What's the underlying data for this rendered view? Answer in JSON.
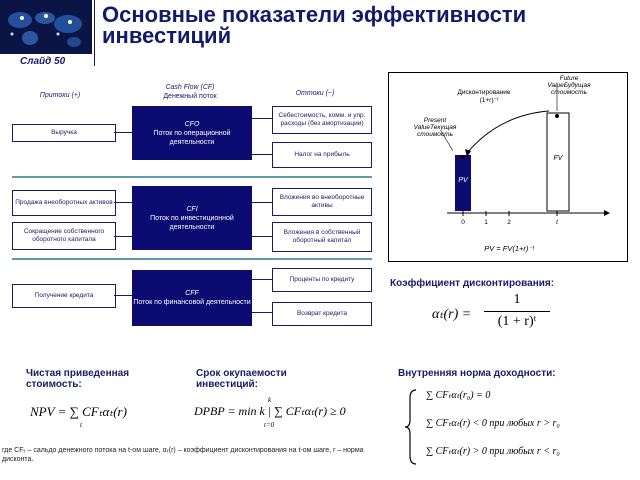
{
  "header": {
    "title": "Основные показатели эффективности инвестиций",
    "slide_label": "Слайд 50"
  },
  "flow": {
    "col_inflows": "Притоки (+)",
    "col_cashflow_en": "Cash Flow (CF)",
    "col_cashflow_ru": "Денежный поток",
    "col_outflows": "Оттоки (−)",
    "cfo": {
      "code": "CFO",
      "label": "Поток по операционной деятельности",
      "inflows": [
        "Выручка"
      ],
      "outflows": [
        "Себестоимость, комм. и упр. расходы (без амортизации)",
        "Налог на прибыль"
      ]
    },
    "cfi": {
      "code": "CFI",
      "label": "Поток по инвестиционной деятельности",
      "inflows": [
        "Продажа внеоборотных активов",
        "Сокращение собственного оборотного капитала"
      ],
      "outflows": [
        "Вложения во внеоборотные активы",
        "Вложения в собственный оборотный капитал"
      ]
    },
    "cff": {
      "code": "CFF",
      "label": "Поток по финансовой деятельности",
      "inflows": [
        "Получение кредита"
      ],
      "outflows": [
        "Проценты по кредиту",
        "Возврат кредита"
      ]
    }
  },
  "pv_chart": {
    "discount_label": "Дисконтирование",
    "discount_factor": "(1+r)⁻ᵗ",
    "future_label": "Future ValueБудущая стоимость",
    "present_label": "Present ValueТекущая стоимость",
    "pv_bar": "PV",
    "fv_bar": "FV",
    "ticks": [
      "0",
      "1",
      "2",
      "t"
    ],
    "formula": "PV = FV(1+r)⁻ᵗ"
  },
  "coef": {
    "title": "Коэффициент дисконтирования:",
    "lhs": "αₜ(r) =",
    "num": "1",
    "den": "(1 + r)ᵗ"
  },
  "npv": {
    "title": "Чистая приведенная стоимость:",
    "formula": "NPV = ∑ CFₜαₜ(r)",
    "sub": "t"
  },
  "dpbp": {
    "title": "Срок окупаемости инвестиций:",
    "formula": "DPBP = min k | ∑ CFₜαₜ(r) ≥ 0",
    "sub": "t=0",
    "sup": "k"
  },
  "irr": {
    "title": "Внутренняя норма доходности:",
    "lines": [
      "∑ CFₜαₜ(r₀) = 0",
      "∑ CFₜαₜ(r) < 0 при любых r > r₀",
      "∑ CFₜαₜ(r) > 0 при любых r < r₀"
    ]
  },
  "footnote": "где CFₜ – сальдо денежного потока на t-ом шаге, αₜ(r) – коэффициент дисконтирования на t-ом шаге, r – норма дисконта."
}
